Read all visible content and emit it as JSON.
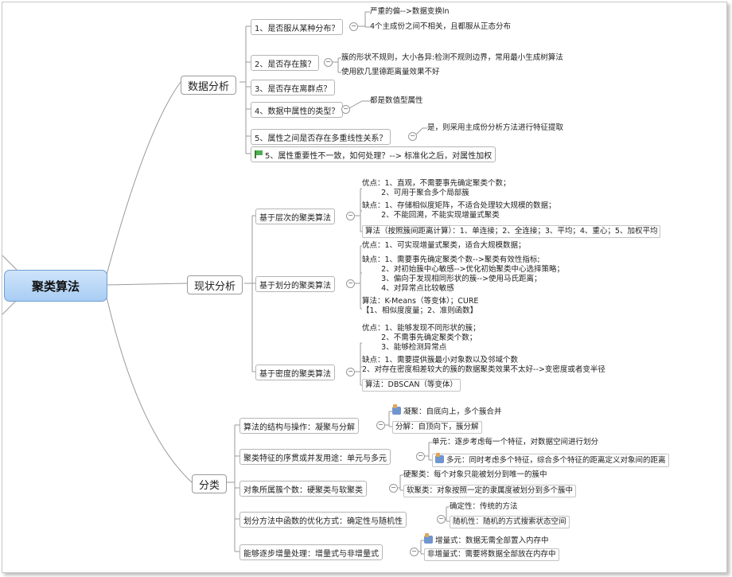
{
  "root": "聚类算法",
  "collapse_glyph": "−",
  "icons": {
    "flag": "flag-icon",
    "thumb": "thumbs-up-icon"
  },
  "branches": [
    {
      "label": "数据分析",
      "children": [
        {
          "label": "1、是否服从某种分布？",
          "leaves": [
            "严重的偏-->数据变换ln",
            "4个主成份之间不相关，且都服从正态分布"
          ]
        },
        {
          "label": "2、是否存在簇？",
          "leaves": [
            "簇的形状不规则，大小各异:检测不规则边界，常用最小生成树算法",
            "使用欧几里德距离量效果不好"
          ]
        },
        {
          "label": "3、是否存在离群点？",
          "leaves": []
        },
        {
          "label": "4、数据中属性的类型？",
          "leaves": [
            "都是数值型属性"
          ]
        },
        {
          "label": "5、属性之间是否存在多重线性关系？",
          "leaves": [
            "是，则采用主成份分析方法进行特征提取"
          ]
        },
        {
          "label": "5、属性重要性不一致，如何处理？--> 标准化之后，对属性加权",
          "leaves": []
        }
      ]
    },
    {
      "label": "现状分析",
      "children": [
        {
          "label": "基于层次的聚类算法",
          "leaves": [
            "优点：1、直观，不需要事先确定聚类个数；\n        2、可用于聚合多个局部簇",
            "缺点：1、存储相似度矩阵，不适合处理较大规模的数据；\n        2、不能回溯，不能实现增量式聚类",
            "算法（按照簇间距离计算）：1、单连接；2、全连接；3、平均；4、重心；5、加权平均"
          ]
        },
        {
          "label": "基于划分的聚类算法",
          "leaves": [
            "优点：1、可实现增量式聚类，适合大规模数据；",
            "缺点：1、需要事先确定聚类个数-->聚类有效性指标;\n        2、对初始簇中心敏感-->优化初始聚类中心选择策略；\n        3、偏向于发现相同形状的簇-->使用马氏距离；\n        4、对异常点比较敏感",
            "算法：K-Means（等变体）；CURE\n【1、相似度度量；2、准则函数】"
          ]
        },
        {
          "label": "基于密度的聚类算法",
          "leaves": [
            "优点：1、能够发现不同形状的簇；\n        2、不需事先确定聚类个数；\n        3、能够检测异常点",
            "缺点：1、需要提供簇最小对象数以及邻域个数\n2、对存在密度相差较大的簇的数据聚类效果不太好-->变密度或者变半径",
            "算法：DBSCAN（等变体）"
          ]
        }
      ]
    },
    {
      "label": "分类",
      "children": [
        {
          "label": "算法的结构与操作：凝聚与分解",
          "leaves": [
            "凝聚：自底向上，多个簇合并",
            "分解：自顶向下，簇分解"
          ]
        },
        {
          "label": "聚类特征的序贯或并发用途：单元与多元",
          "leaves": [
            "单元：逐步考虑每一个特征，对数据空间进行划分",
            "多元：同时考虑多个特征，综合多个特征的距离定义对象间的距离"
          ]
        },
        {
          "label": "对象所属簇个数：硬聚类与软聚类",
          "leaves": [
            "硬聚类：每个对象只能被划分到唯一的簇中",
            "软聚类：对象按照一定的隶属度被划分到多个簇中"
          ]
        },
        {
          "label": "划分方法中函数的优化方式：确定性与随机性",
          "leaves": [
            "确定性：传统的方法",
            "随机性：随机的方式搜索状态空间"
          ]
        },
        {
          "label": "能够逐步增量处理：增量式与非增量式",
          "leaves": [
            "增量式：数据无需全部置入内存中",
            "非增量式：需要将数据全部放在内存中"
          ]
        }
      ]
    }
  ]
}
